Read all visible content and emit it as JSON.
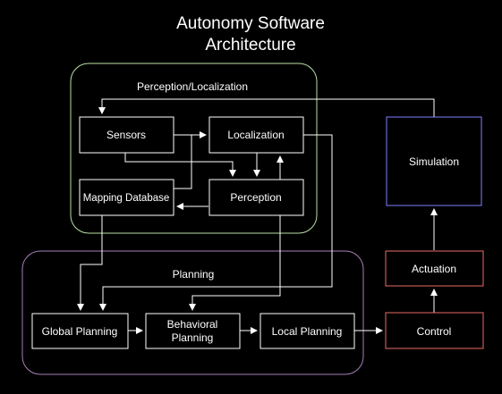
{
  "title": {
    "line1": "Autonomy Software",
    "line2": "Architecture"
  },
  "groups": {
    "perception": {
      "label": "Perception/Localization",
      "border_color": "#b9e0a5"
    },
    "planning": {
      "label": "Planning",
      "border_color": "#a680b8"
    }
  },
  "nodes": {
    "sensors": "Sensors",
    "localization": "Localization",
    "mapping_database": "Mapping Database",
    "perception": "Perception",
    "simulation": "Simulation",
    "actuation": "Actuation",
    "control": "Control",
    "global_planning": "Global Planning",
    "behavioral_planning_line1": "Behavioral",
    "behavioral_planning_line2": "Planning",
    "local_planning": "Local Planning"
  },
  "colors": {
    "background": "#000000",
    "default_stroke": "#ffffff",
    "simulation_stroke": "#7f7fff",
    "actuation_control_stroke": "#ea6b66",
    "arrow": "#ffffff"
  }
}
